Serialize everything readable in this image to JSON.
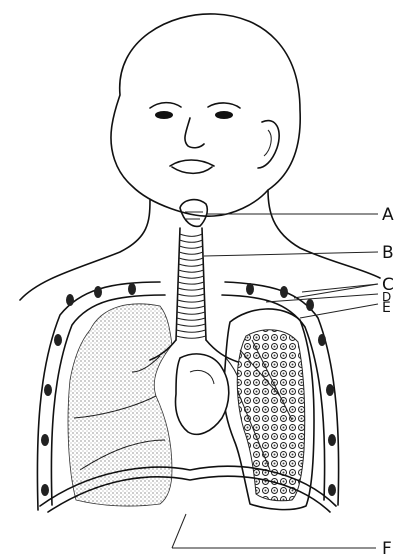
{
  "figure": {
    "labels": [
      {
        "id": "A",
        "text": "A"
      },
      {
        "id": "B",
        "text": "B"
      },
      {
        "id": "C",
        "text": "C"
      },
      {
        "id": "D",
        "text": "D"
      },
      {
        "id": "E",
        "text": "E"
      },
      {
        "id": "F",
        "text": "F"
      }
    ]
  }
}
